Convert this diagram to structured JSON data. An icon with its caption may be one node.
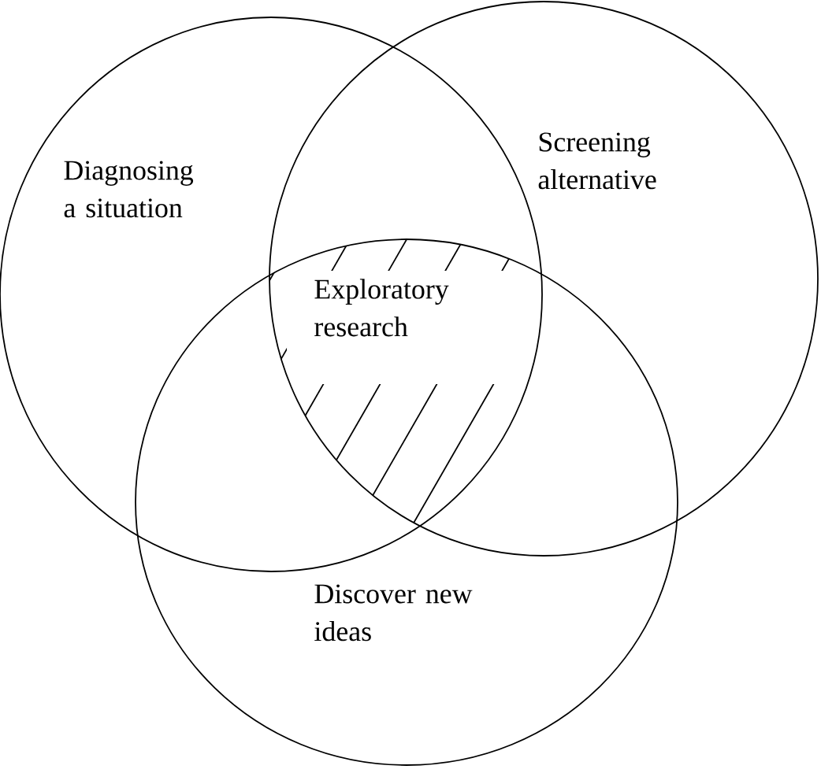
{
  "diagram": {
    "nodes": [
      {
        "text": [
          "Diagnosing a situation"
        ]
      },
      {
        "text": [
          "Screening alternative"
        ]
      },
      {
        "text": [
          "Discover new ideas"
        ]
      }
    ],
    "labels": [
      "Exploratory research"
    ]
  }
}
